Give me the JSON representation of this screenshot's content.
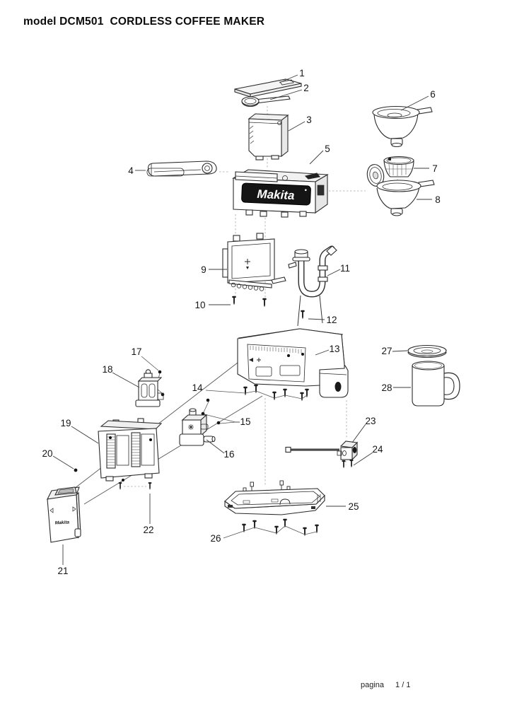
{
  "title": "model DCM501  CORDLESS COFFEE MAKER",
  "brand": {
    "logo": "Makita"
  },
  "footer": {
    "label": "pagina",
    "page": "1 / 1"
  },
  "callouts": [
    "1",
    "2",
    "3",
    "4",
    "5",
    "6",
    "7",
    "8",
    "9",
    "10",
    "11",
    "12",
    "13",
    "14",
    "15",
    "16",
    "17",
    "18",
    "19",
    "20",
    "21",
    "22",
    "23",
    "24",
    "25",
    "26",
    "27",
    "28"
  ]
}
